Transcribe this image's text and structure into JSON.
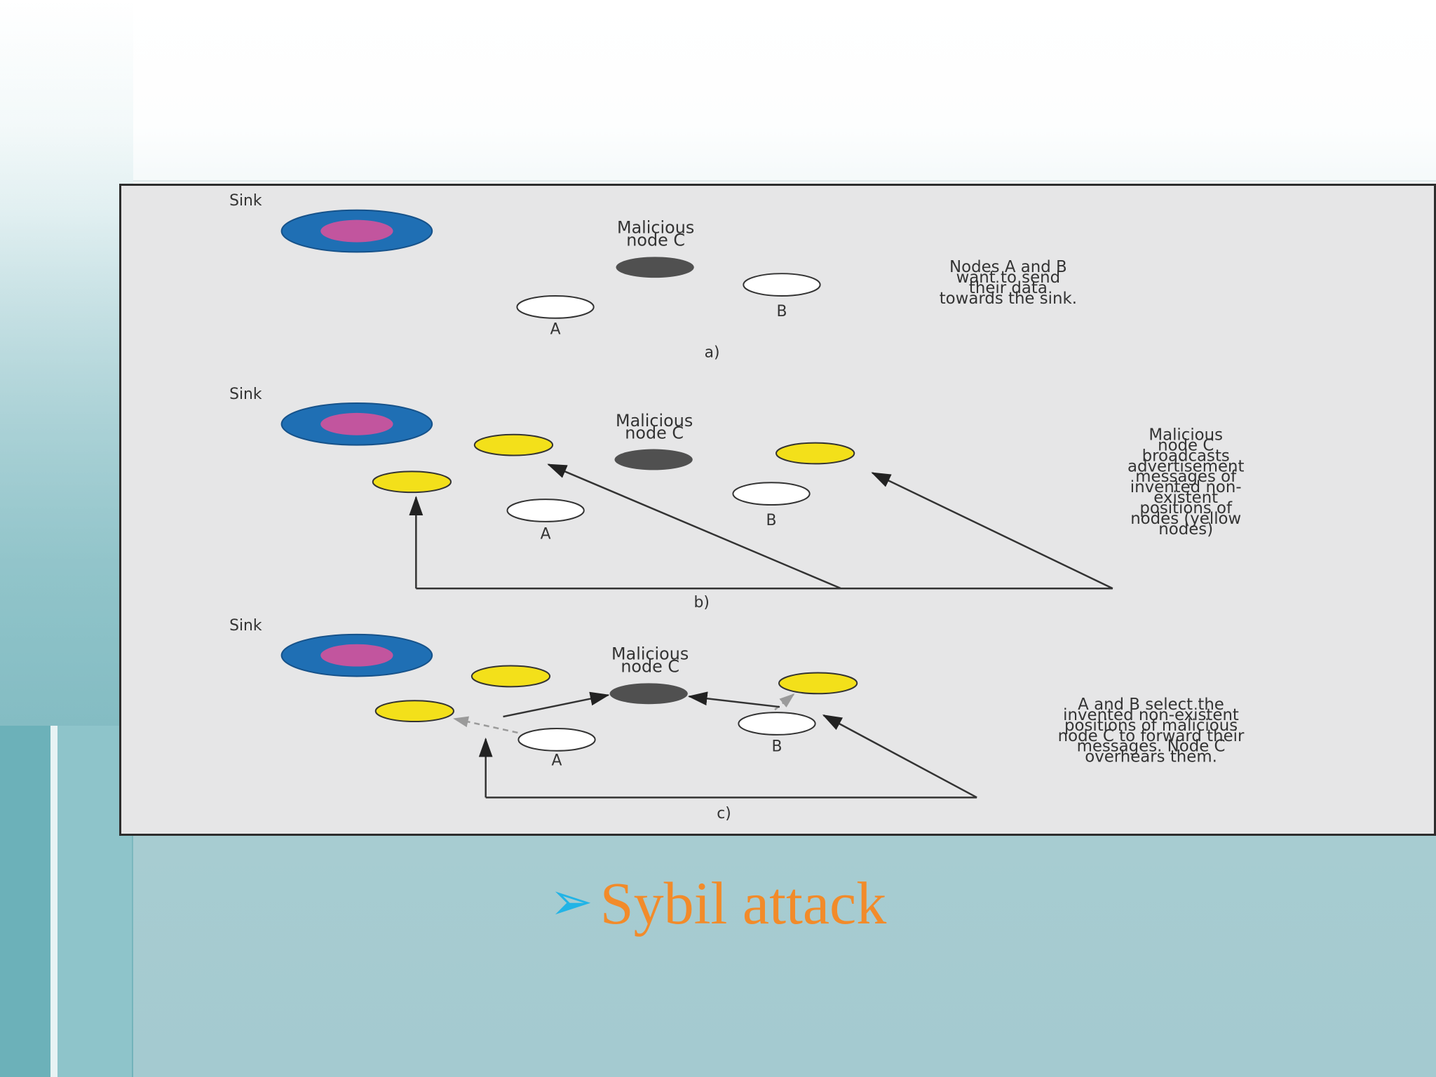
{
  "slide": {
    "caption_bullet": "➢",
    "caption_text": "Sybil attack"
  },
  "diagram": {
    "panels": [
      {
        "id": "a",
        "panel_label": "a)",
        "sink_label": "Sink",
        "malicious_label_line1": "Malicious",
        "malicious_label_line2": "node C",
        "node_a_label": "A",
        "node_b_label": "B",
        "description": [
          "Nodes A and B",
          "want to send",
          "their data",
          "towards the sink."
        ]
      },
      {
        "id": "b",
        "panel_label": "b)",
        "sink_label": "Sink",
        "malicious_label_line1": "Malicious",
        "malicious_label_line2": "node C",
        "node_a_label": "A",
        "node_b_label": "B",
        "description": [
          "Malicious",
          "node C",
          "broadcasts",
          "advertisement",
          "messages of",
          "invented non-",
          "existent",
          "positions of",
          "nodes (yellow",
          "nodes)"
        ]
      },
      {
        "id": "c",
        "panel_label": "c)",
        "sink_label": "Sink",
        "malicious_label_line1": "Malicious",
        "malicious_label_line2": "node C",
        "node_a_label": "A",
        "node_b_label": "B",
        "description": [
          "A and B select the",
          "invented non-existent",
          "positions of malicious",
          "node C to forward their",
          "messages. Node C",
          "overhears them."
        ]
      }
    ],
    "colors": {
      "sink_outer": "#1f6fb4",
      "sink_inner": "#c2559e",
      "malicious_node": "#505050",
      "normal_node": "#ffffff",
      "fake_node": "#f3e01a",
      "arrow": "#333333",
      "dashed_arrow": "#9a9a9a"
    }
  }
}
